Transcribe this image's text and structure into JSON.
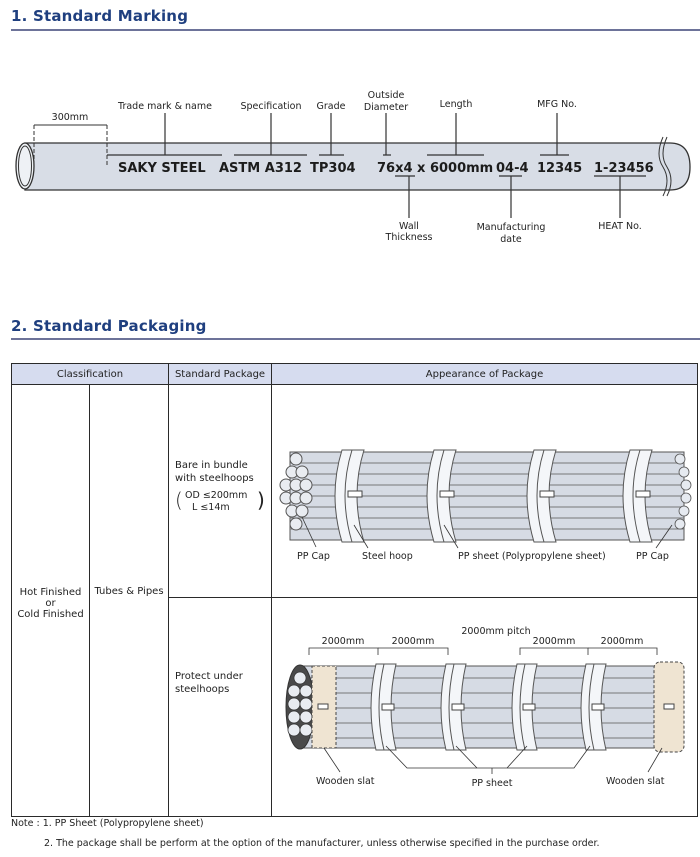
{
  "section1": {
    "title": "1. Standard Marking",
    "dimension": "300mm",
    "labels_top": {
      "trademark": "Trade mark & name",
      "specification": "Specification",
      "grade": "Grade",
      "outside_diameter_1": "Outside",
      "outside_diameter_2": "Diameter",
      "length": "Length",
      "mfg_no": "MFG No."
    },
    "labels_bottom": {
      "wall_1": "Wall",
      "wall_2": "Thickness",
      "mfg_date_1": "Manufacturing",
      "mfg_date_2": "date",
      "heat_no": "HEAT No."
    },
    "marking": {
      "trademark": "SAKY STEEL",
      "specification": "ASTM A312",
      "grade": "TP304",
      "size": "76x4 x 6000mm",
      "date": "04-4",
      "mfg_no": "12345",
      "heat_no": "1-23456"
    }
  },
  "section2": {
    "title": "2. Standard Packaging",
    "table": {
      "headers": {
        "classification": "Classification",
        "standard_package": "Standard Package",
        "appearance": "Appearance of Package"
      },
      "classification_1": [
        "Hot Finished",
        "or",
        "Cold Finished"
      ],
      "classification_2": "Tubes & Pipes",
      "rows": [
        {
          "package_lines": [
            "Bare in bundle",
            "with steelhoops"
          ],
          "condition_lines": [
            "OD ≤200mm",
            "L ≤14m"
          ],
          "callouts": {
            "pp_cap_left": "PP Cap",
            "steel_hoop": "Steel hoop",
            "pp_sheet": "PP sheet  (Polypropylene  sheet)",
            "pp_cap_right": "PP Cap"
          }
        },
        {
          "package_lines": [
            "Protect under",
            "steelhoops"
          ],
          "callouts": {
            "pitch": "2000mm  pitch",
            "spacing": [
              "2000mm",
              "2000mm",
              "2000mm",
              "2000mm"
            ],
            "wooden_slat_left": "Wooden slat",
            "pp_sheet": "PP sheet",
            "wooden_slat_right": "Wooden slat"
          }
        }
      ]
    },
    "notes": {
      "line1": "Note : 1. PP Sheet (Polypropylene sheet)",
      "line2": "2. The package shall be perform at the option of the manufacturer, unless otherwise specified in the purchase order."
    }
  }
}
